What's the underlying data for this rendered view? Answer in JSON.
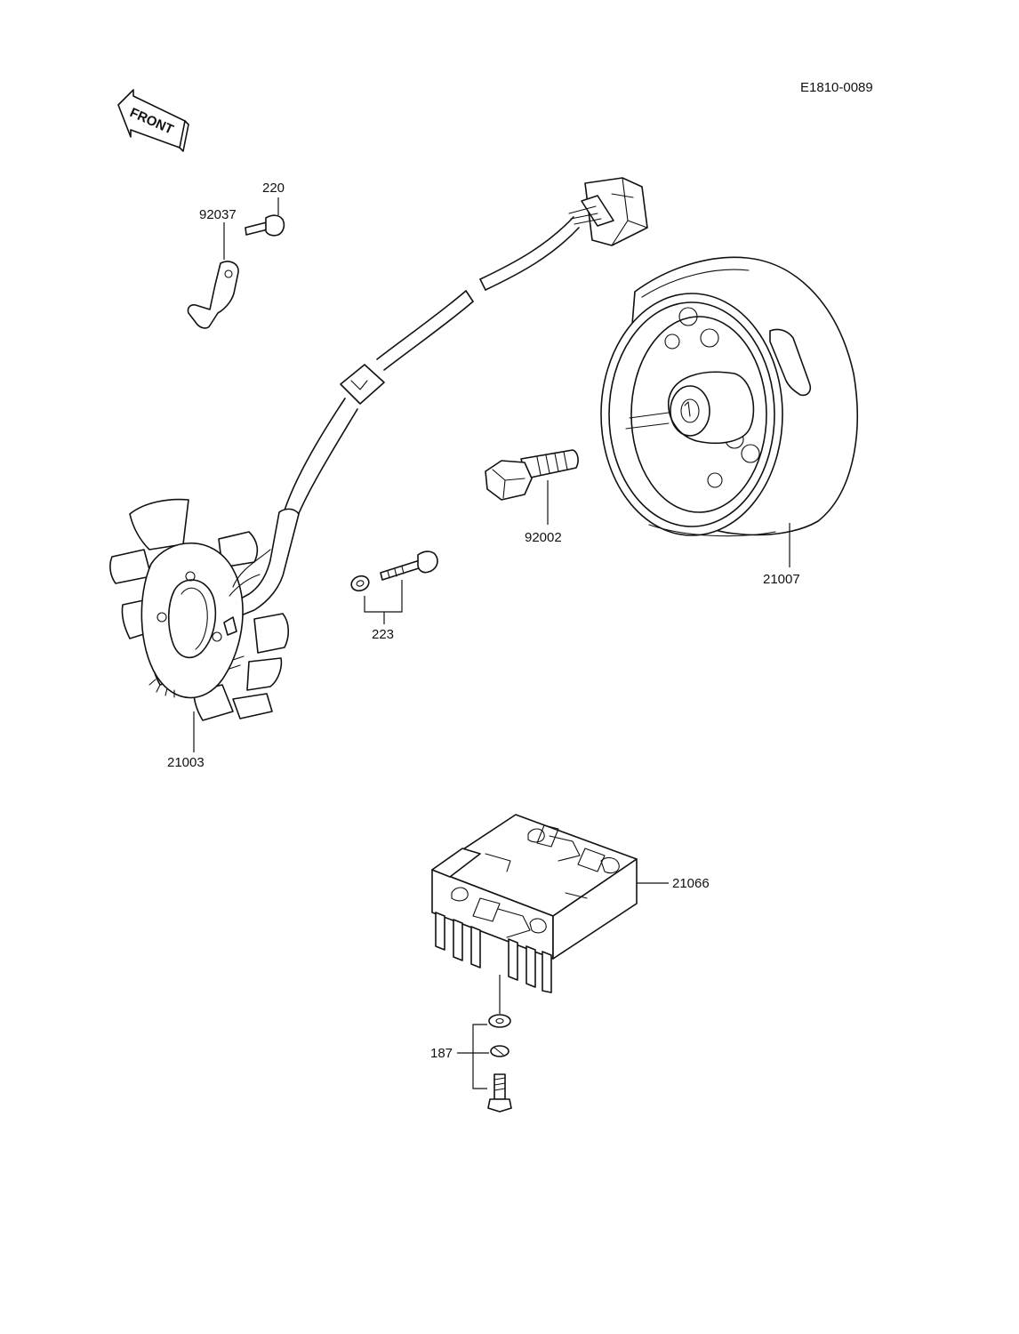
{
  "diagram": {
    "code": "E1810-0089",
    "front_label": "FRONT",
    "parts": {
      "p21003": "21003",
      "p21007": "21007",
      "p92002": "92002",
      "p92037": "92037",
      "p220": "220",
      "p223": "223",
      "p21066": "21066",
      "p187": "187"
    }
  }
}
